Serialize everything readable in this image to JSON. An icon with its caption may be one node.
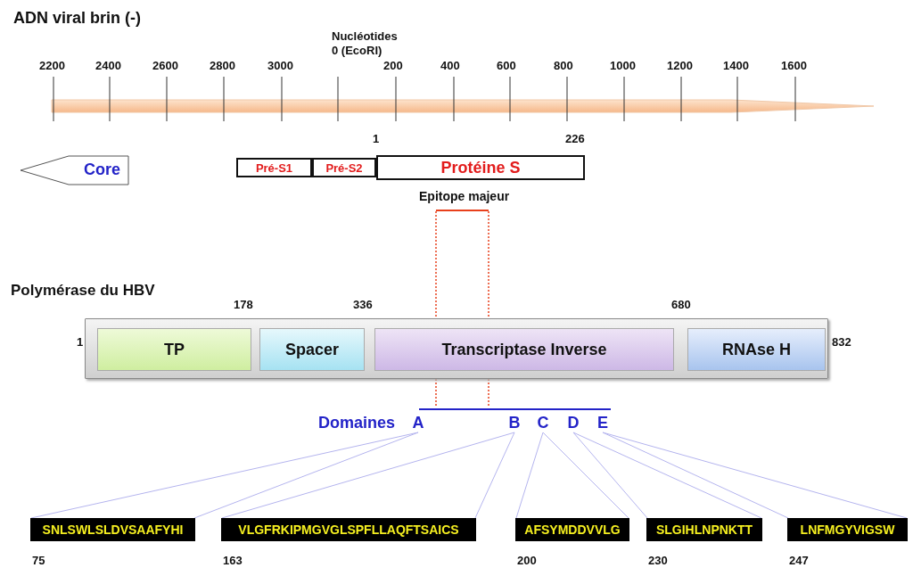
{
  "diagram": {
    "title": "ADN viral brin (-)",
    "nodes": [
      {
        "text": [
          "Core"
        ]
      },
      {
        "text": [
          "Pré-S1"
        ]
      },
      {
        "text": [
          "Pré-S2"
        ]
      },
      {
        "text": [
          "Protéine S"
        ]
      },
      {
        "text": [],
        "shape": "box"
      },
      {
        "text": [
          "TP"
        ],
        "in": 4
      },
      {
        "text": [
          "Spacer"
        ],
        "in": 4
      },
      {
        "text": [
          "Transcriptase Inverse"
        ],
        "in": 4
      },
      {
        "text": [
          "RNAse H"
        ],
        "in": 4
      },
      {
        "text": [
          "A"
        ]
      },
      {
        "text": [
          "B"
        ]
      },
      {
        "text": [
          "C"
        ]
      },
      {
        "text": [
          "D"
        ]
      },
      {
        "text": [
          "E"
        ]
      },
      {
        "text": [
          "SNLSWLSLDVSAAFYHI"
        ],
        "beside": [
          "75"
        ]
      },
      {
        "text": [
          "VLGFRKIPMGVGLSPFLLAQFTSAICS"
        ],
        "beside": [
          "163"
        ]
      },
      {
        "text": [
          "AFSYMDDVVLG"
        ],
        "beside": [
          "200"
        ]
      },
      {
        "text": [
          "SLGIHLNPNKTT"
        ],
        "beside": [
          "230"
        ]
      },
      {
        "text": [
          "LNFMGYVIGSW"
        ],
        "beside": [
          "247"
        ]
      }
    ],
    "edges": [
      {
        "from": 9,
        "to": 14,
        "arrow": "none"
      },
      {
        "from": 10,
        "to": 15,
        "arrow": "none"
      },
      {
        "from": 11,
        "to": 16,
        "arrow": "none"
      },
      {
        "from": 12,
        "to": 17,
        "arrow": "none"
      },
      {
        "from": 13,
        "to": 18,
        "arrow": "none"
      }
    ],
    "labels": [
      "Nucléotides",
      "0 (EcoRI)",
      "2200",
      "2400",
      "2600",
      "2800",
      "3000",
      "200",
      "400",
      "600",
      "800",
      "1000",
      "1200",
      "1400",
      "1600",
      "1",
      "226",
      "Epitope majeur",
      "Polymérase du HBV",
      "178",
      "336",
      "680",
      "1",
      "832",
      "Domaines"
    ]
  }
}
